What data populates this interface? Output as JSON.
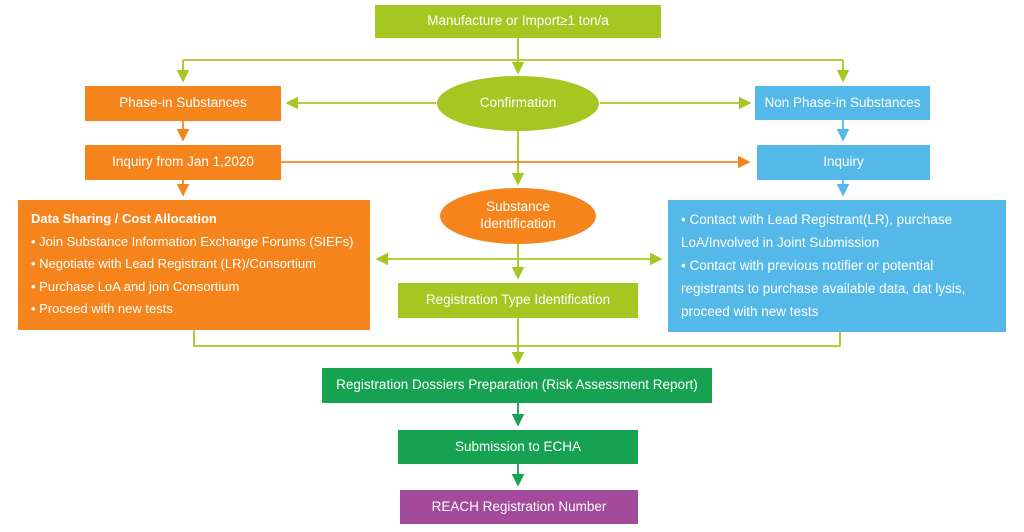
{
  "diagram": {
    "kind": "flowchart",
    "colors": {
      "lime": "#a4c821",
      "orange": "#f5841d",
      "blue": "#54b8e8",
      "green": "#16a251",
      "purple": "#a34a9b",
      "text": "#ffffff",
      "background": "#ffffff"
    },
    "nodes": {
      "manufacture": "Manufacture or Import≥1 ton/a",
      "phase_in": "Phase-in Substances",
      "confirmation": "Confirmation",
      "non_phase_in": "Non Phase-in Substances",
      "inquiry_2020": "Inquiry from Jan 1,2020",
      "inquiry": "Inquiry",
      "substance_identification": "Substance Identification",
      "registration_type": "Registration Type Identification",
      "dossiers": "Registration Dossiers Preparation (Risk Assessment Report)",
      "submission": "Submission to ECHA",
      "reach": "REACH Registration Number"
    },
    "data_sharing_box": {
      "title": "Data Sharing / Cost Allocation",
      "bullets": [
        "• Join Substance Information Exchange Forums (SIEFs)",
        "• Negotiate with Lead Registrant (LR)/Consortium",
        "• Purchase LoA and join Consortium",
        "• Proceed with new tests"
      ]
    },
    "contact_box": {
      "bullets": [
        "• Contact with Lead Registrant(LR), purchase LoA/Involved in Joint Submission",
        "• Contact with previous notifier or potential registrants to purchase available data, dat lysis, proceed with new tests"
      ]
    }
  }
}
